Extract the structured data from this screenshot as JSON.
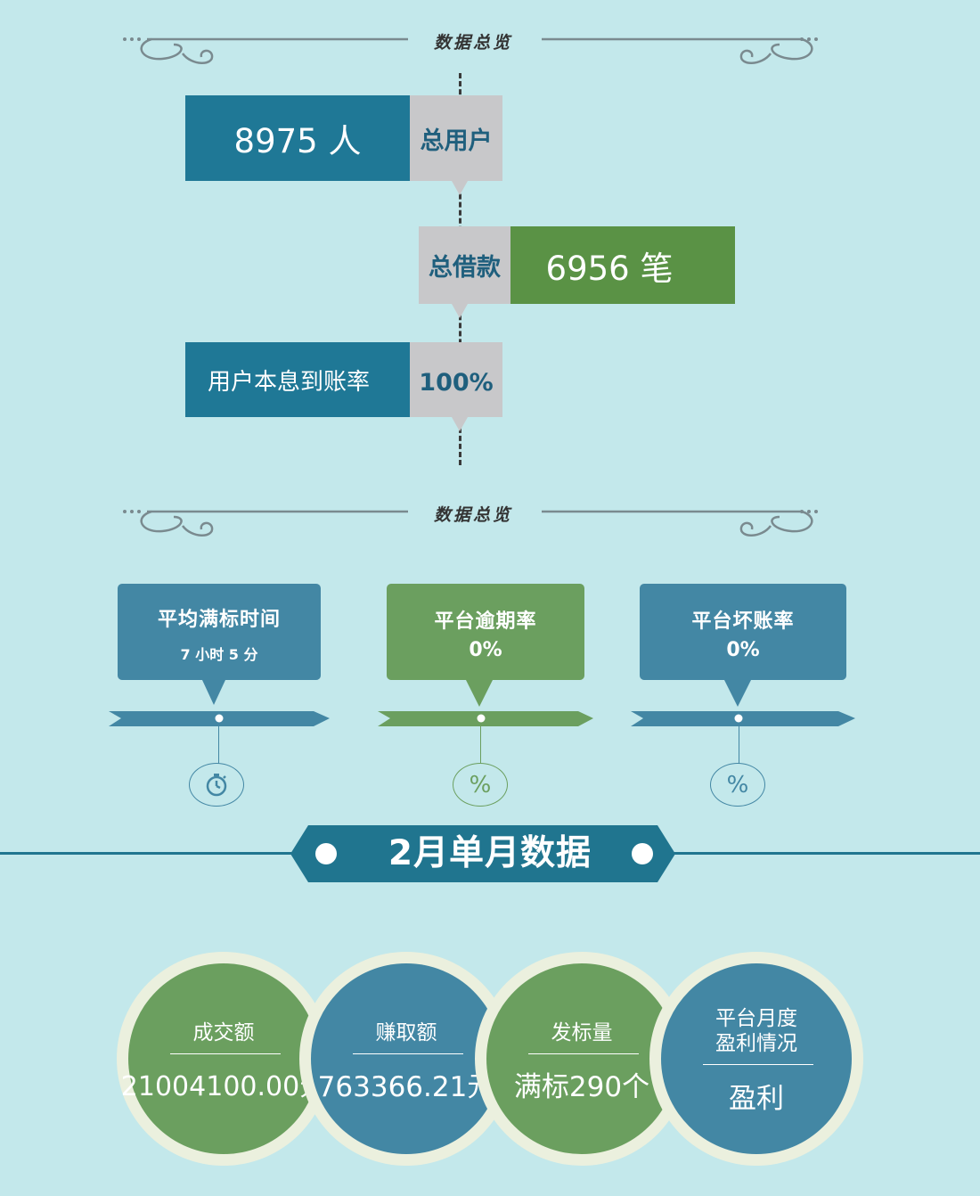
{
  "overview_title_1": "数据总览",
  "overview_title_2": "数据总览",
  "stats": {
    "total_users_value": "8975 人",
    "total_users_label": "总用户",
    "total_loans_label": "总借款",
    "total_loans_value": "6956 笔",
    "repay_rate_label": "用户本息到账率",
    "repay_rate_value": "100%"
  },
  "cards": [
    {
      "title": "平均满标时间",
      "value": "7 小时 5 分",
      "icon": "stopwatch-icon",
      "color": "#4387a4"
    },
    {
      "title": "平台逾期率",
      "value": "0%",
      "icon": "percent-icon",
      "color": "#6b9f5f"
    },
    {
      "title": "平台坏账率",
      "value": "0%",
      "icon": "percent-icon",
      "color": "#4387a4"
    }
  ],
  "icon_glyphs": {
    "percent": "%"
  },
  "banner": {
    "title": "2月单月数据",
    "color": "#20758f"
  },
  "circles": [
    {
      "label": "成交额",
      "value": "21004100.00元",
      "color": "#6b9f5f"
    },
    {
      "label": "赚取额",
      "value": "763366.21元",
      "color": "#4387a4"
    },
    {
      "label": "发标量",
      "value": "满标290个",
      "color": "#6b9f5f"
    },
    {
      "label": "平台月度盈利情况",
      "label_line1": "平台月度",
      "label_line2": "盈利情况",
      "value": "盈利",
      "color": "#4387a4"
    }
  ],
  "colors": {
    "background": "#c3e8eb",
    "teal": "#1f7896",
    "green": "#5a9245",
    "gray": "#c8c8ca"
  }
}
